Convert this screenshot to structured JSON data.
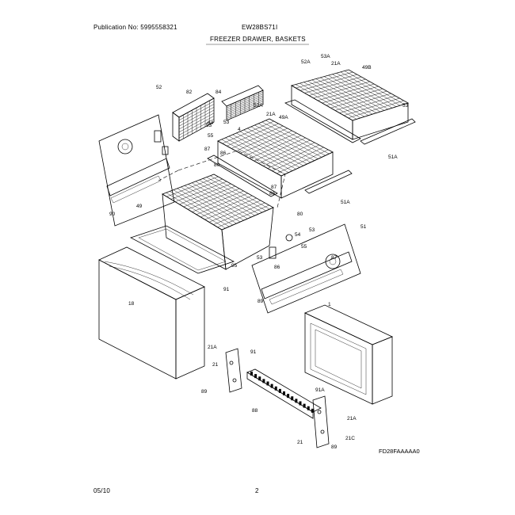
{
  "header": {
    "publication_no": "Publication No: 5995558321",
    "model": "EW28BS71I",
    "section_title": "FREEZER DRAWER, BASKETS"
  },
  "footer": {
    "date": "05/10",
    "page": "2"
  },
  "diagram": {
    "figure_code": "FD28FAAAAA0",
    "labels": [
      "52",
      "82",
      "84",
      "53A",
      "52A",
      "21A",
      "49B",
      "53",
      "51A",
      "53",
      "52A",
      "21A",
      "49A",
      "4",
      "87",
      "86",
      "53",
      "55",
      "80",
      "64",
      "51A",
      "80",
      "87",
      "90",
      "86",
      "49",
      "95",
      "91",
      "18",
      "51",
      "54",
      "53",
      "55",
      "89",
      "53",
      "87",
      "86",
      "1",
      "21A",
      "91",
      "21",
      "89",
      "91A",
      "88",
      "21",
      "21A",
      "21C",
      "89"
    ]
  }
}
